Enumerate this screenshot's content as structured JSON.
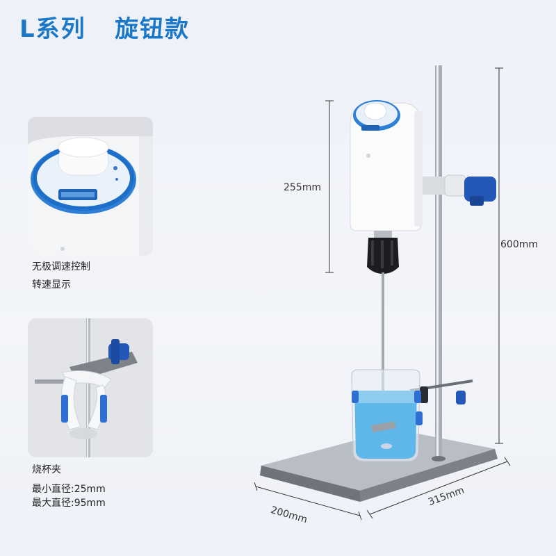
{
  "title": "L系列   旋钮款",
  "feature1": {
    "line1": "无极调速控制",
    "line2": "转速显示"
  },
  "feature2": {
    "name": "烧杯夹",
    "min": "最小直径:25mm",
    "max": "最大直径:95mm"
  },
  "dimensions": {
    "head_height": "255mm",
    "total_height": "600mm",
    "base_width": "200mm",
    "base_depth": "315mm"
  },
  "colors": {
    "accent": "#1b78c9",
    "knob_blue": "#2f7fd6",
    "clamp_blue": "#2358b8"
  }
}
